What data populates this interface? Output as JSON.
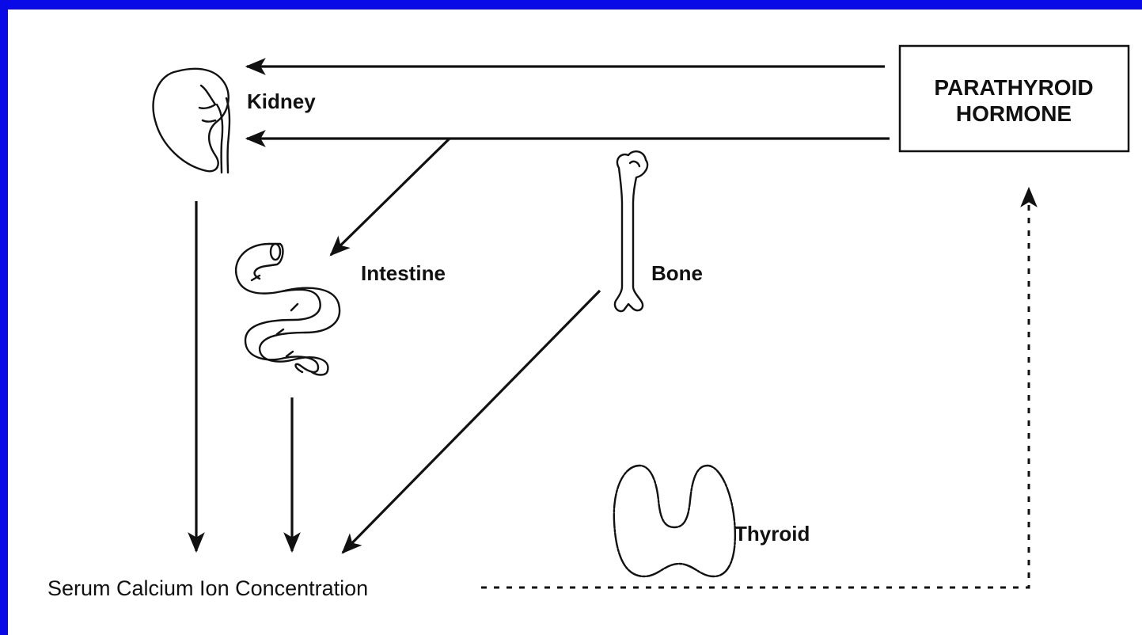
{
  "colors": {
    "frame": "#0a0ae6",
    "ink": "#111111",
    "background": "#ffffff"
  },
  "nodes": {
    "hormone": {
      "line1": "PARATHYROID",
      "line2": "HORMONE"
    },
    "kidney": {
      "label": "Kidney",
      "icon": "kidney-icon"
    },
    "intestine": {
      "label": "Intestine",
      "icon": "intestine-icon"
    },
    "bone": {
      "label": "Bone",
      "icon": "bone-icon"
    },
    "thyroid": {
      "label": "Thyroid",
      "icon": "thyroid-icon"
    },
    "serum": {
      "label": "Serum Calcium Ion Concentration"
    }
  },
  "edges": [
    {
      "from": "hormone",
      "to": "kidney",
      "style": "solid"
    },
    {
      "from": "hormone",
      "to": "kidney",
      "style": "solid"
    },
    {
      "from": "hormone",
      "to": "intestine",
      "style": "solid"
    },
    {
      "from": "kidney",
      "to": "serum",
      "style": "solid"
    },
    {
      "from": "intestine",
      "to": "serum",
      "style": "solid"
    },
    {
      "from": "bone",
      "to": "serum",
      "style": "solid"
    },
    {
      "from": "serum",
      "to": "hormone",
      "style": "dashed"
    }
  ]
}
